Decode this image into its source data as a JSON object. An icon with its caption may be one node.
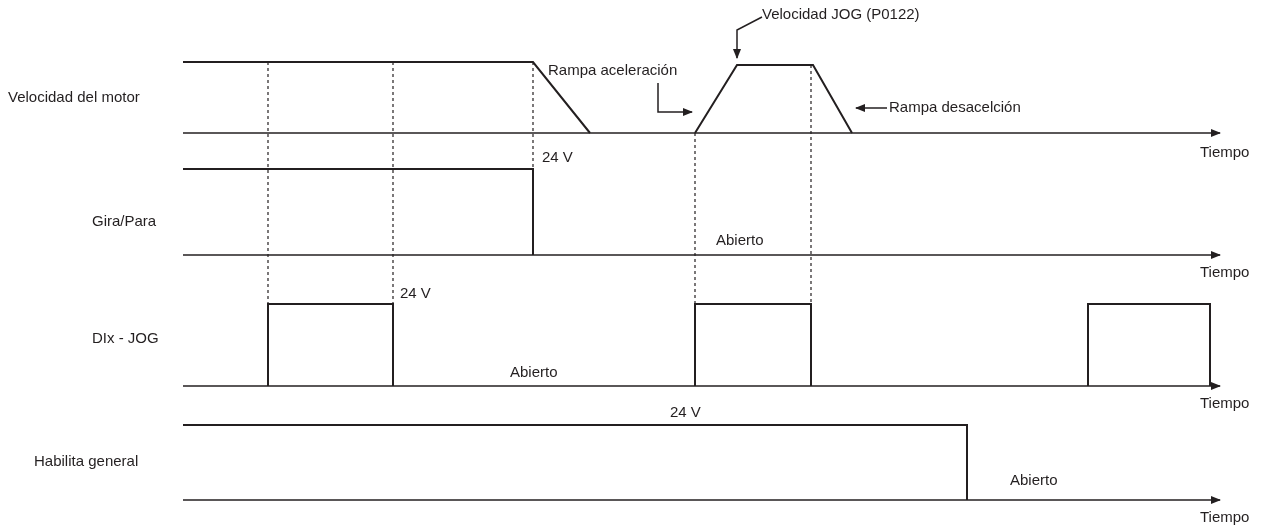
{
  "diagram": {
    "nodes": [
      {
        "text": [
          "Velocidad JOG (P0122)"
        ]
      },
      {
        "text": [
          "Rampa aceleración"
        ]
      },
      {
        "text": [
          "Rampa desacelción"
        ]
      }
    ],
    "edges": [
      {
        "from": 0,
        "to": null,
        "arrow": "to"
      },
      {
        "from": 1,
        "to": null,
        "arrow": "to"
      },
      {
        "from": 2,
        "to": null,
        "arrow": "to"
      }
    ],
    "labels": [
      "Velocidad del motor",
      "Tiempo",
      "24 V",
      "Gira/Para",
      "Abierto",
      "Tiempo",
      "24 V",
      "DIx - JOG",
      "Abierto",
      "Tiempo",
      "24 V",
      "Habilita general",
      "Abierto",
      "Tiempo"
    ]
  }
}
